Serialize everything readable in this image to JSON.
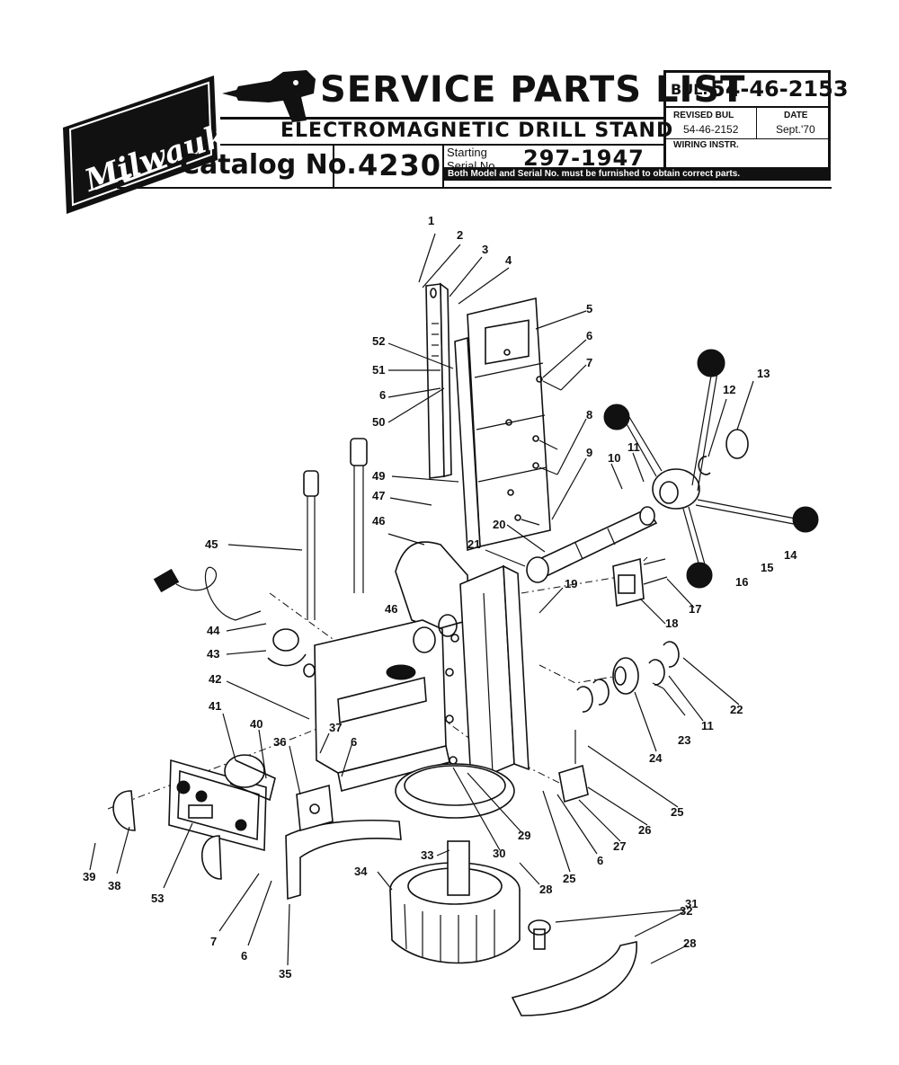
{
  "header": {
    "brand": "Milwaukee",
    "title": "SERVICE PARTS LIST",
    "subtitle": "ELECTROMAGNETIC DRILL STAND",
    "catalog_label": "Catalog No.",
    "catalog_no": "4230",
    "starting_label": "Starting",
    "serial_label": "Serial No.",
    "serial_no": "297-1947",
    "notice": "Both Model and Serial No. must be furnished to obtain correct parts.",
    "bul_label": "BUL.",
    "bul_no": "54-46-2153",
    "revised_label": "REVISED BUL",
    "revised_no": "54-46-2152",
    "date_label": "DATE",
    "date_value": "Sept.'70",
    "wiring_label": "WIRING INSTR."
  },
  "callouts": [
    "1",
    "2",
    "3",
    "4",
    "5",
    "6",
    "7",
    "8",
    "9",
    "10",
    "11",
    "12",
    "13",
    "14",
    "15",
    "16",
    "17",
    "18",
    "19",
    "20",
    "21",
    "22",
    "23",
    "24",
    "25",
    "26",
    "27",
    "28",
    "29",
    "30",
    "31",
    "32",
    "33",
    "34",
    "35",
    "36",
    "37",
    "38",
    "39",
    "40",
    "41",
    "42",
    "43",
    "44",
    "45",
    "46",
    "47",
    "49",
    "50",
    "51",
    "52",
    "53"
  ]
}
